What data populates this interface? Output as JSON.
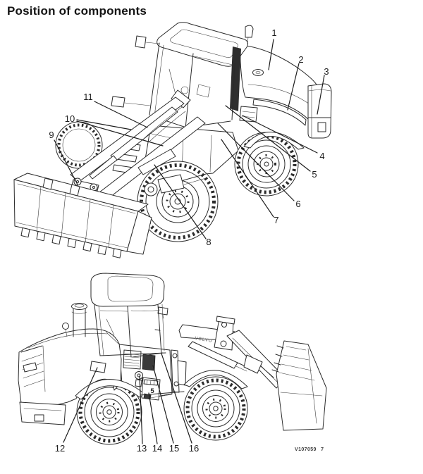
{
  "page": {
    "title": "Position of components",
    "figure_code": "V107059 7",
    "background_color": "#ffffff",
    "line_color": "#2b2b2b"
  },
  "figure1": {
    "name": "wheel-loader-front-left-view",
    "callouts": [
      "1",
      "2",
      "3",
      "4",
      "5",
      "6",
      "7",
      "8",
      "9",
      "10",
      "11"
    ]
  },
  "figure2": {
    "name": "wheel-loader-rear-left-view",
    "brand_decal": "VOLVO",
    "frame_decal": "5",
    "callouts": [
      "12",
      "13",
      "14",
      "15",
      "16"
    ]
  }
}
